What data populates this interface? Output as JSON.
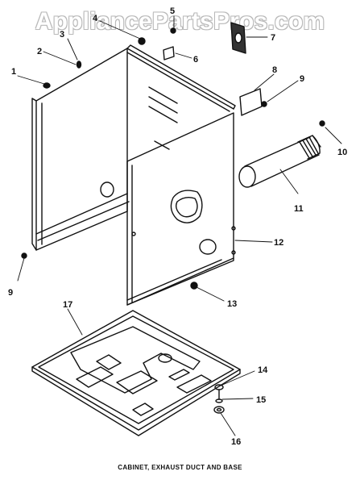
{
  "watermark": "AppliancePartsPros.com",
  "caption": "CABINET, EXHAUST DUCT AND BASE",
  "callouts": [
    "1",
    "2",
    "3",
    "4",
    "5",
    "6",
    "7",
    "8",
    "9",
    "9",
    "10",
    "11",
    "12",
    "13",
    "14",
    "15",
    "16",
    "17"
  ]
}
